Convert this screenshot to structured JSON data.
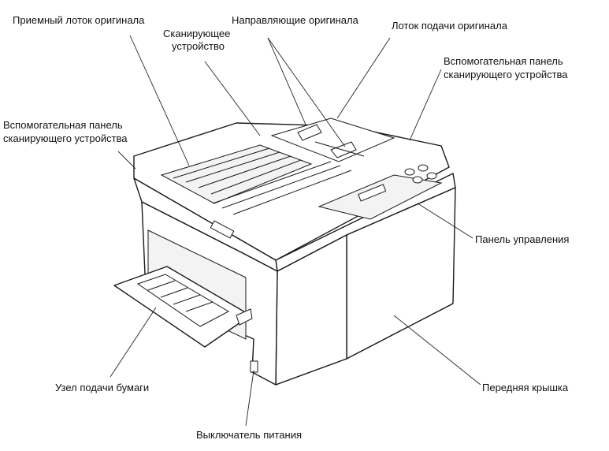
{
  "labels": {
    "output_tray": "Приемный лоток оригинала",
    "scanner_line1": "Сканирующее",
    "scanner_line2": "устройство",
    "guides": "Направляющие оригинала",
    "feed_tray": "Лоток подачи оригинала",
    "aux_right_line1": "Вспомогательная панель",
    "aux_right_line2": "сканирующего устройства",
    "aux_left_line1": "Вспомогательная панель",
    "aux_left_line2": "сканирующего устройства",
    "control_panel": "Панель управления",
    "paper_feed": "Узел подачи бумаги",
    "front_cover": "Передняя крышка",
    "power_switch": "Выключатель питания"
  }
}
